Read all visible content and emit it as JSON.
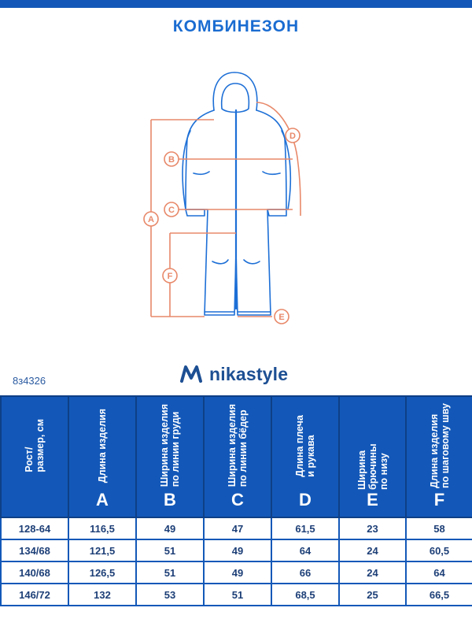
{
  "title": "КОМБИНЕЗОН",
  "brand": "nikastyle",
  "article": "8з4326",
  "diagram_labels": [
    "A",
    "B",
    "C",
    "D",
    "E",
    "F"
  ],
  "colors": {
    "primary": "#1358b8",
    "outline": "#1d6fd6",
    "measure": "#e8896a",
    "dark": "#1d3f77"
  },
  "table": {
    "headers": [
      {
        "text": "Рост/\nразмер, см",
        "letter": ""
      },
      {
        "text": "Длина изделия",
        "letter": "A"
      },
      {
        "text": "Ширина изделия\nпо линии груди",
        "letter": "B"
      },
      {
        "text": "Ширина изделия\nпо линии бёдер",
        "letter": "C"
      },
      {
        "text": "Длина плеча\nи рукава",
        "letter": "D"
      },
      {
        "text": "Ширина брючины\nпо низу",
        "letter": "E"
      },
      {
        "text": "Длина изделия\nпо шаговому шву",
        "letter": "F"
      }
    ],
    "rows": [
      [
        "128-64",
        "116,5",
        "49",
        "47",
        "61,5",
        "23",
        "58"
      ],
      [
        "134/68",
        "121,5",
        "51",
        "49",
        "64",
        "24",
        "60,5"
      ],
      [
        "140/68",
        "126,5",
        "51",
        "49",
        "66",
        "24",
        "64"
      ],
      [
        "146/72",
        "132",
        "53",
        "51",
        "68,5",
        "25",
        "66,5"
      ]
    ]
  }
}
